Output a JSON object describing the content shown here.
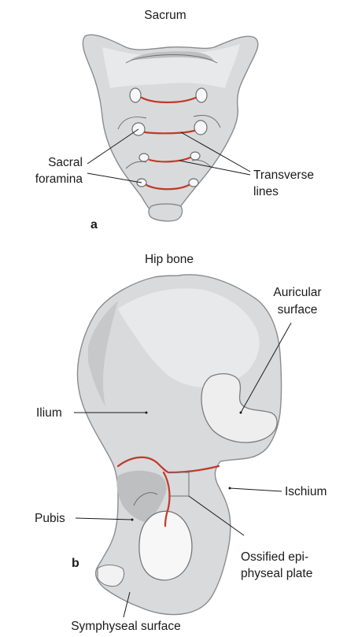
{
  "panel_a": {
    "title": "Sacrum",
    "letter": "a",
    "labels": {
      "sacral_foramina_line1": "Sacral",
      "sacral_foramina_line2": "foramina",
      "transverse_lines_line1": "Transverse",
      "transverse_lines_line2": "lines"
    }
  },
  "panel_b": {
    "title": "Hip bone",
    "letter": "b",
    "labels": {
      "auricular_line1": "Auricular",
      "auricular_line2": "surface",
      "ilium": "Ilium",
      "ischium": "Ischium",
      "pubis": "Pubis",
      "ossified_line1": "Ossified epi-",
      "ossified_line2": "physeal plate",
      "symphyseal": "Symphyseal surface"
    }
  },
  "colors": {
    "bone_fill": "#d9dadb",
    "epiphyseal_line": "#c0392b",
    "label_text": "#1a1a1a"
  }
}
